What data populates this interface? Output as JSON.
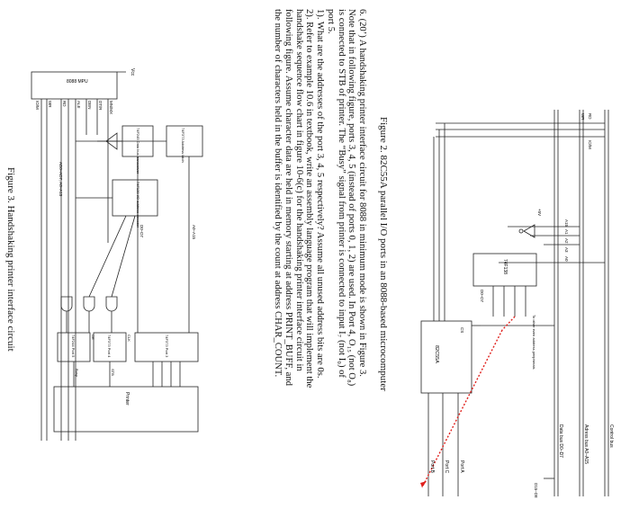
{
  "fig2": {
    "caption": "Figure 2. 82C55A parallel I/O ports in an 8088-based microcomputer",
    "buses": [
      "Control bus",
      "Adress bus A0–A15",
      "Data bus D0–D7"
    ],
    "chip_label": "82C55A",
    "ports": [
      "Port A",
      "Port C",
      "Port B"
    ],
    "peripherals": "To other even address peripherals",
    "labels": {
      "rd": "RD",
      "wr": "WR",
      "iom": "IO/M",
      "plus5": "+5V",
      "a15": "A15",
      "a1": "A1",
      "a2": "A2",
      "a3": "A3",
      "a0": "A0",
      "decoder": "74F138",
      "d0d7": "D0–D7",
      "cs": "CS",
      "d15d8": "D15–D8"
    }
  },
  "question": {
    "lines": [
      "6. (20’) A handshaking printer interface circuit for 8088 in minimum mode is shown in Figure 3.",
      "Note that in following figure, ports 3, 4, 5 (instead of ports 0, 1, 2) are used. In Port 4, O₁₅ (not O₈)",
      "is connected to STB of printer. The “Busy” signal from printer is connected to input I₇ (not I₀) of",
      "port 5.",
      "1). What are the addresses of the port 3, 4, 5 respectively? Assume all unused address bits are 0s.",
      "2). Refer to example 10.6 in textbook, write an assembly language program that will implement the",
      "handshake sequence flow chart in figure 10-6(c) for the handshaking printer interface circuit in",
      "following figure. Assume character data are held in memory starting at address PRINT_BUFF, and",
      "the number of characters held in the buffer is identified by the count at address CHAR_COUNT."
    ]
  },
  "fig3": {
    "caption": "Figure 3. Handshaking printer interface circuit",
    "labels": {
      "vcc": "Vcc",
      "mpu": "8088 MPU",
      "mnmx": "MN/MX",
      "rd": "RD",
      "wr": "WR",
      "den": "DEN",
      "dtr": "DT/R",
      "ale": "ALE",
      "iom": "IO/M",
      "bus": "AD0–AD7, A8–A15",
      "latch": "74F373 Address latch",
      "xcvr": "74F245 Data bus transceiver",
      "decoder": "74F139 I/O address decoder",
      "a0a15": "A0–A15",
      "d0d7": "D0–D7",
      "port4": "74F373 Port 4",
      "port5": "74F244 Port 5",
      "port3": "74F373 Port 3",
      "printer": "Printer",
      "stb": "STB",
      "busy": "Busy",
      "clk": "CLK",
      "oe": "OE"
    }
  }
}
